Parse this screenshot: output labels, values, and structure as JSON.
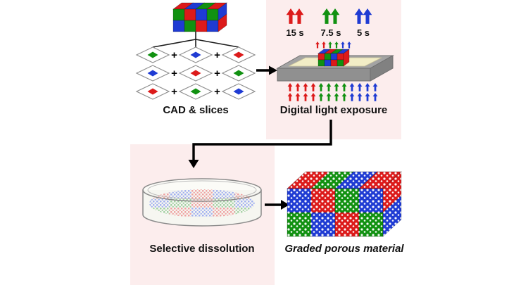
{
  "labels": {
    "cad": "CAD & slices",
    "exposure": "Digital light exposure",
    "dissolution": "Selective dissolution",
    "material": "Graded porous material",
    "t_red": "15 s",
    "t_green": "7.5 s",
    "t_blue": "5 s",
    "plus": "+"
  },
  "colors": {
    "red": "#dc1a1a",
    "green": "#119111",
    "blue": "#1f3bd3",
    "red_light": "#efa0a0",
    "green_light": "#a0cfa0",
    "blue_light": "#a0aff0",
    "panel": "#fceded",
    "vat_gray": "#a3a3a3",
    "vat_gray_dark": "#818181",
    "vat_front": "#909090",
    "resin": "#f2edc6"
  }
}
